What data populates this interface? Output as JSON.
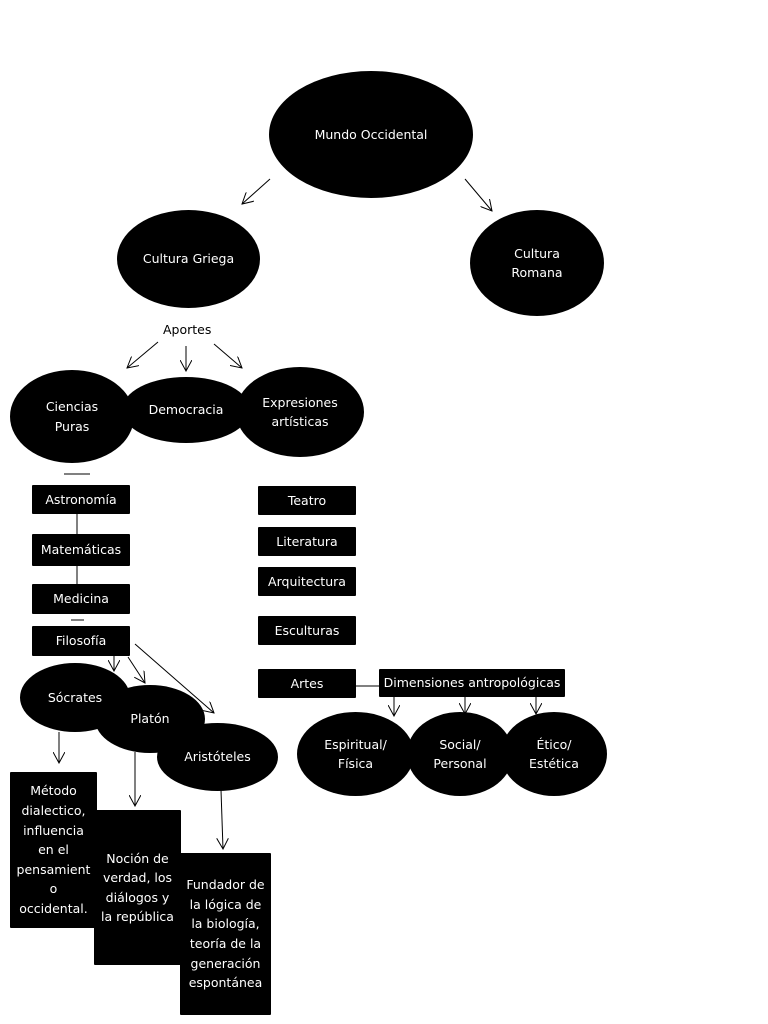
{
  "root": "Mundo Occidental",
  "branches": {
    "greek": "Cultura Griega",
    "roman": "Cultura\nRomana"
  },
  "aportes": {
    "label": "Aportes",
    "ciencias": "Ciencias\nPuras",
    "democracia": "Democracia",
    "expresiones": "Expresiones\nartísticas"
  },
  "sciences": {
    "astronomia": "Astronomía",
    "matematicas": "Matemáticas",
    "medicina": "Medicina",
    "filosofia": "Filosofía"
  },
  "philosophers": {
    "socrates": "Sócrates",
    "platon": "Platón",
    "aristoteles": "Aristóteles"
  },
  "contributions": {
    "socrates": "Método\ndialectico,\ninfluencia\nen el\npensamient\no\noccidental.",
    "platon": "Noción de\nverdad, los\ndiálogos y\nla república",
    "aristoteles": "Fundador de\nla lógica de\nla biología,\nteoría de la\ngeneración\nespontánea"
  },
  "arts": {
    "teatro": "Teatro",
    "literatura": "Literatura",
    "arquitectura": "Arquitectura",
    "esculturas": "Esculturas",
    "artes": "Artes"
  },
  "dimensions": {
    "title": "Dimensiones antropológicas",
    "espiritual": "Espiritual/\nFísica",
    "social": "Social/\nPersonal",
    "etico": "Ético/\nEstética"
  },
  "colors": {
    "node_fill": "#000000",
    "node_text": "#ffffff",
    "line": "#000000",
    "background": "#ffffff"
  }
}
